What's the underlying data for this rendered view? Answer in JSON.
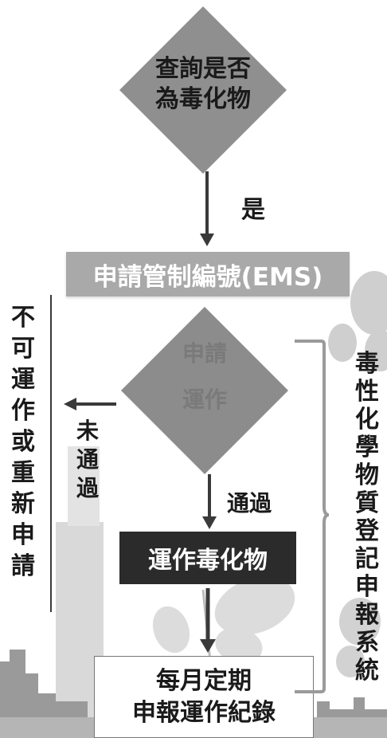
{
  "diagram": {
    "decision_query": [
      "查詢是否",
      "為毒化物"
    ],
    "yes_label": "是",
    "apply_control_number": "申請管制編號(EMS)",
    "decision_operate": [
      "申請",
      "運作"
    ],
    "pass_label": "通過",
    "fail_label": [
      "未",
      "通",
      "過"
    ],
    "operate_chemical": "運作毒化物",
    "monthly_report": [
      "每月定期",
      "申報運作紀錄"
    ],
    "not_allowed": [
      "不",
      "可",
      "運",
      "作",
      "或",
      "重",
      "新",
      "申",
      "請"
    ],
    "registration_system": [
      "毒",
      "性",
      "化",
      "學",
      "物",
      "質",
      "登",
      "記",
      "申",
      "報",
      "系",
      "統"
    ]
  },
  "colors": {
    "diamond_grey": "#8f8f8f",
    "box_grey": "#a9a9a9",
    "box_dark": "#2b2b2b",
    "arrow": "#3a3a3a",
    "bracket": "#9a9a9a"
  }
}
